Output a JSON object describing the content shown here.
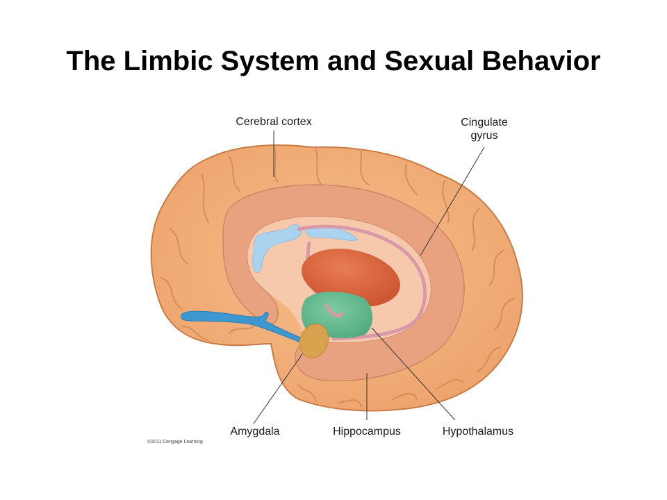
{
  "slide": {
    "title": "The Limbic System and Sexual Behavior",
    "copyright": "©2011 Cengage Learning"
  },
  "diagram": {
    "labels": {
      "cerebral_cortex": "Cerebral cortex",
      "cingulate_gyrus_line1": "Cingulate",
      "cingulate_gyrus_line2": "gyrus",
      "amygdala": "Amygdala",
      "hippocampus": "Hippocampus",
      "hypothalamus": "Hypothalamus"
    },
    "colors": {
      "cortex": "#f2b07a",
      "cortex_outline": "#c77b45",
      "cingulate": "#e9a27f",
      "inner_region": "#f6c9ad",
      "thalamus": "#d9603a",
      "hypothalamus": "#5dbb8e",
      "amygdala": "#d9a24e",
      "fornix": "#d99aa8",
      "ventricle": "#a9d3ef",
      "olfactory": "#3f97cf"
    }
  }
}
